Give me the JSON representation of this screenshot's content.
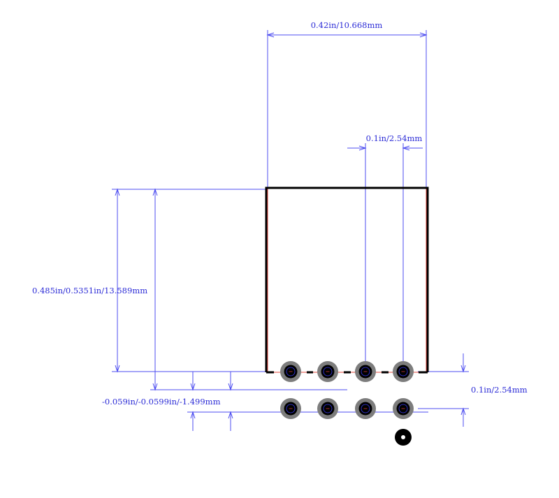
{
  "dimensions": {
    "width_label": "0.42in/10.668mm",
    "pitch_label": "0.1in/2.54mm",
    "height_label_overlap": "0.485in/0.5351in/13.589mm",
    "row_pitch_label": "0.1in/2.54mm",
    "offset_label_overlap": "-0.059in/-0.0599in/-1.499mm"
  },
  "colors": {
    "dimension": "#4d4df0",
    "outline": "#000000",
    "copper_edge": "#e0473c",
    "pad_ring": "#7d7d7d"
  },
  "footprint": {
    "pad_columns": 4,
    "pad_rows": 2,
    "pin1_marker": "filled-circle"
  }
}
